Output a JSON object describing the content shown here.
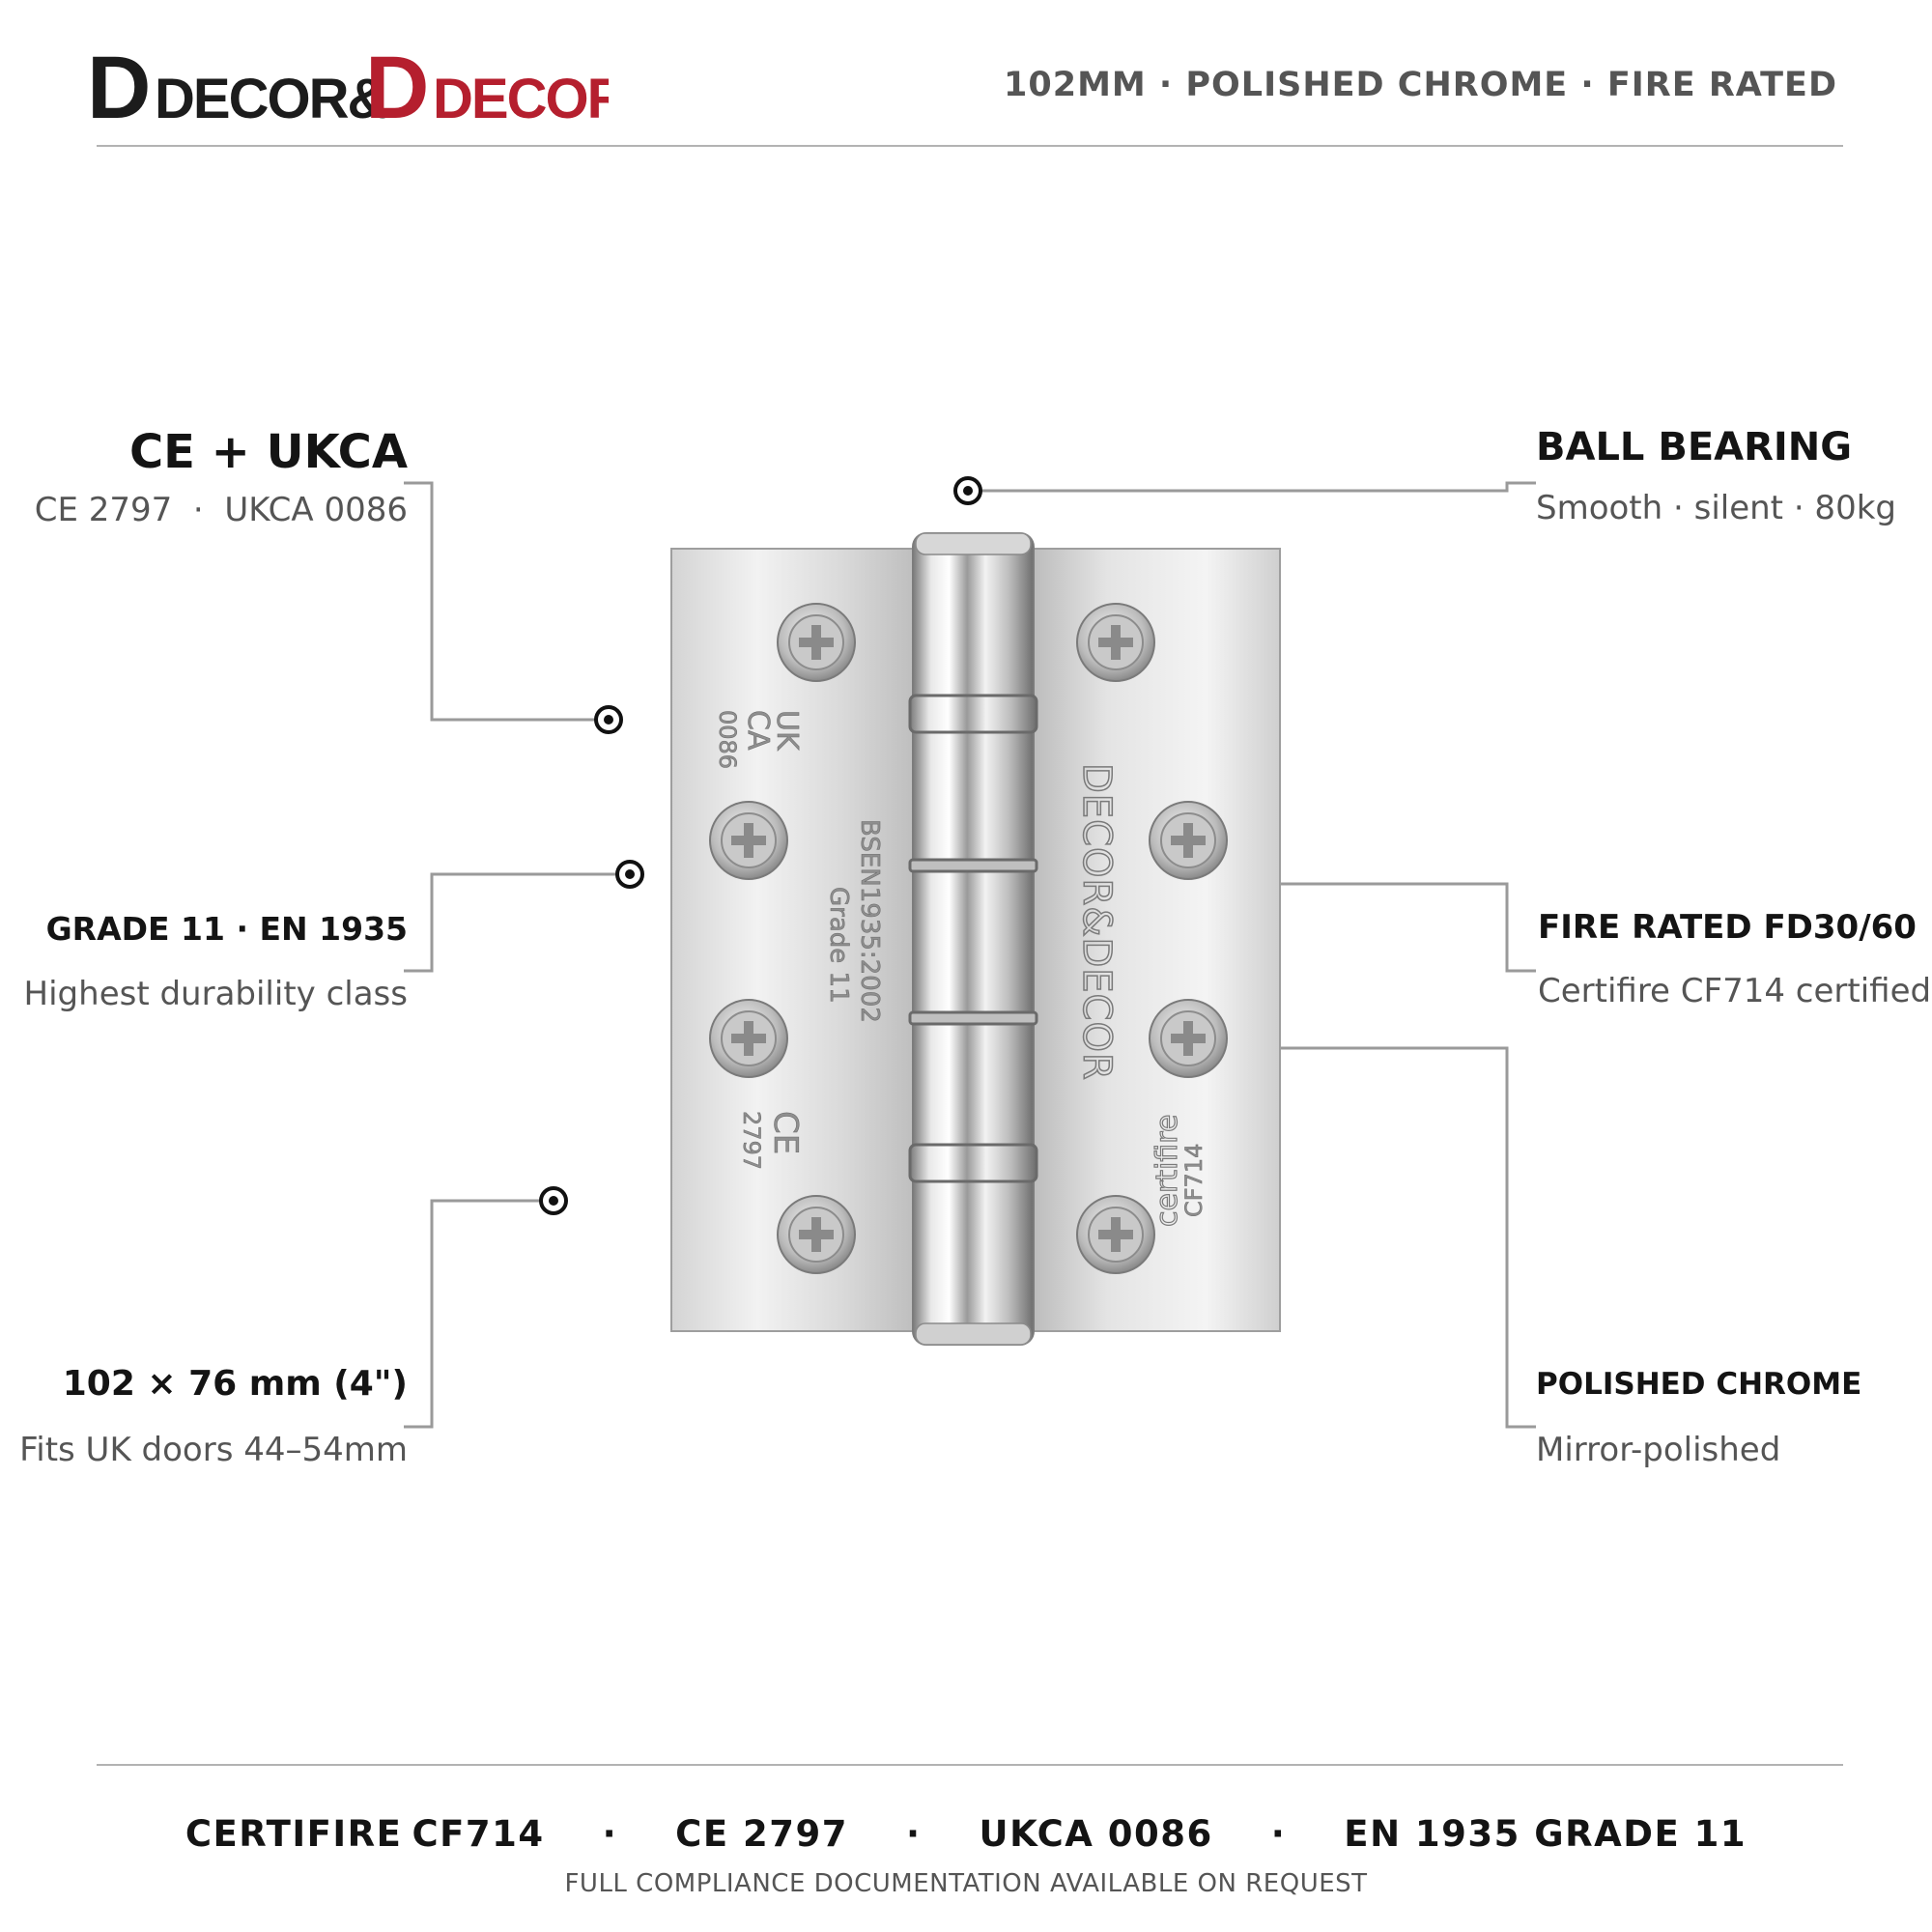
{
  "header": {
    "brand_part1": "DECOR&",
    "brand_part2": "DECOR",
    "tagline": "102MM · POLISHED CHROME · FIRE RATED"
  },
  "callouts": {
    "ce_ukca": {
      "title": "CE + UKCA",
      "detail": "CE 2797  ·  UKCA 0086"
    },
    "grade": {
      "title": "GRADE 11 · EN 1935",
      "detail": "Highest durability class"
    },
    "size": {
      "title": "102 × 76 mm (4\")",
      "detail": "Fits UK doors 44–54mm"
    },
    "bearing": {
      "title": "BALL BEARING",
      "detail": "Smooth · silent · 80kg"
    },
    "fire": {
      "title": "FIRE RATED FD30/60",
      "detail": "Certifire CF714 certified"
    },
    "finish": {
      "title": "POLISHED CHROME",
      "detail": "Mirror-polished"
    }
  },
  "hinge_markings": {
    "uk": "UK",
    "ca": "CA",
    "ukca_num": "0086",
    "standard": "BSEN1935:2002",
    "grade": "Grade 11",
    "ce": "CE",
    "ce_num": "2797",
    "brand": "DECOR&DECOR",
    "certifire": "certifire",
    "cf": "CF714"
  },
  "footer": {
    "items": [
      "CERTIFIRE",
      "CF714",
      "CE 2797",
      "UKCA 0086",
      "EN 1935 GRADE 11"
    ],
    "separator": "·",
    "note": "FULL COMPLIANCE DOCUMENTATION AVAILABLE ON REQUEST"
  },
  "colors": {
    "brand_dark": "#1c1c1c",
    "brand_red": "#b51f2e",
    "text_dark": "#141414",
    "text_grey": "#555555",
    "line_grey": "#9a9a9a"
  }
}
